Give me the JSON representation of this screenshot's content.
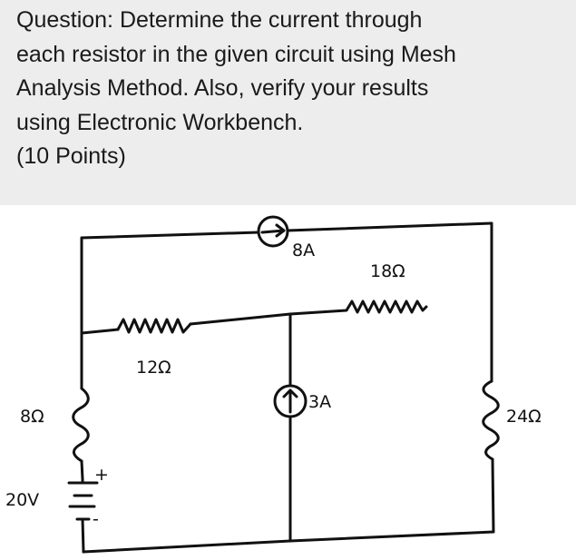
{
  "question": {
    "lines": [
      "Question: Determine the current through",
      "each resistor in the given circuit using Mesh",
      "Analysis Method. Also, verify your results",
      "using Electronic Workbench.",
      "(10 Points)"
    ]
  },
  "circuit": {
    "current_source_top": "8A",
    "resistor_top_right": "18Ω",
    "resistor_middle_left": "12Ω",
    "current_source_middle": "3A",
    "resistor_left": "8Ω",
    "resistor_right": "24Ω",
    "voltage_source": "20V",
    "voltage_plus": "+",
    "voltage_minus": "-"
  }
}
